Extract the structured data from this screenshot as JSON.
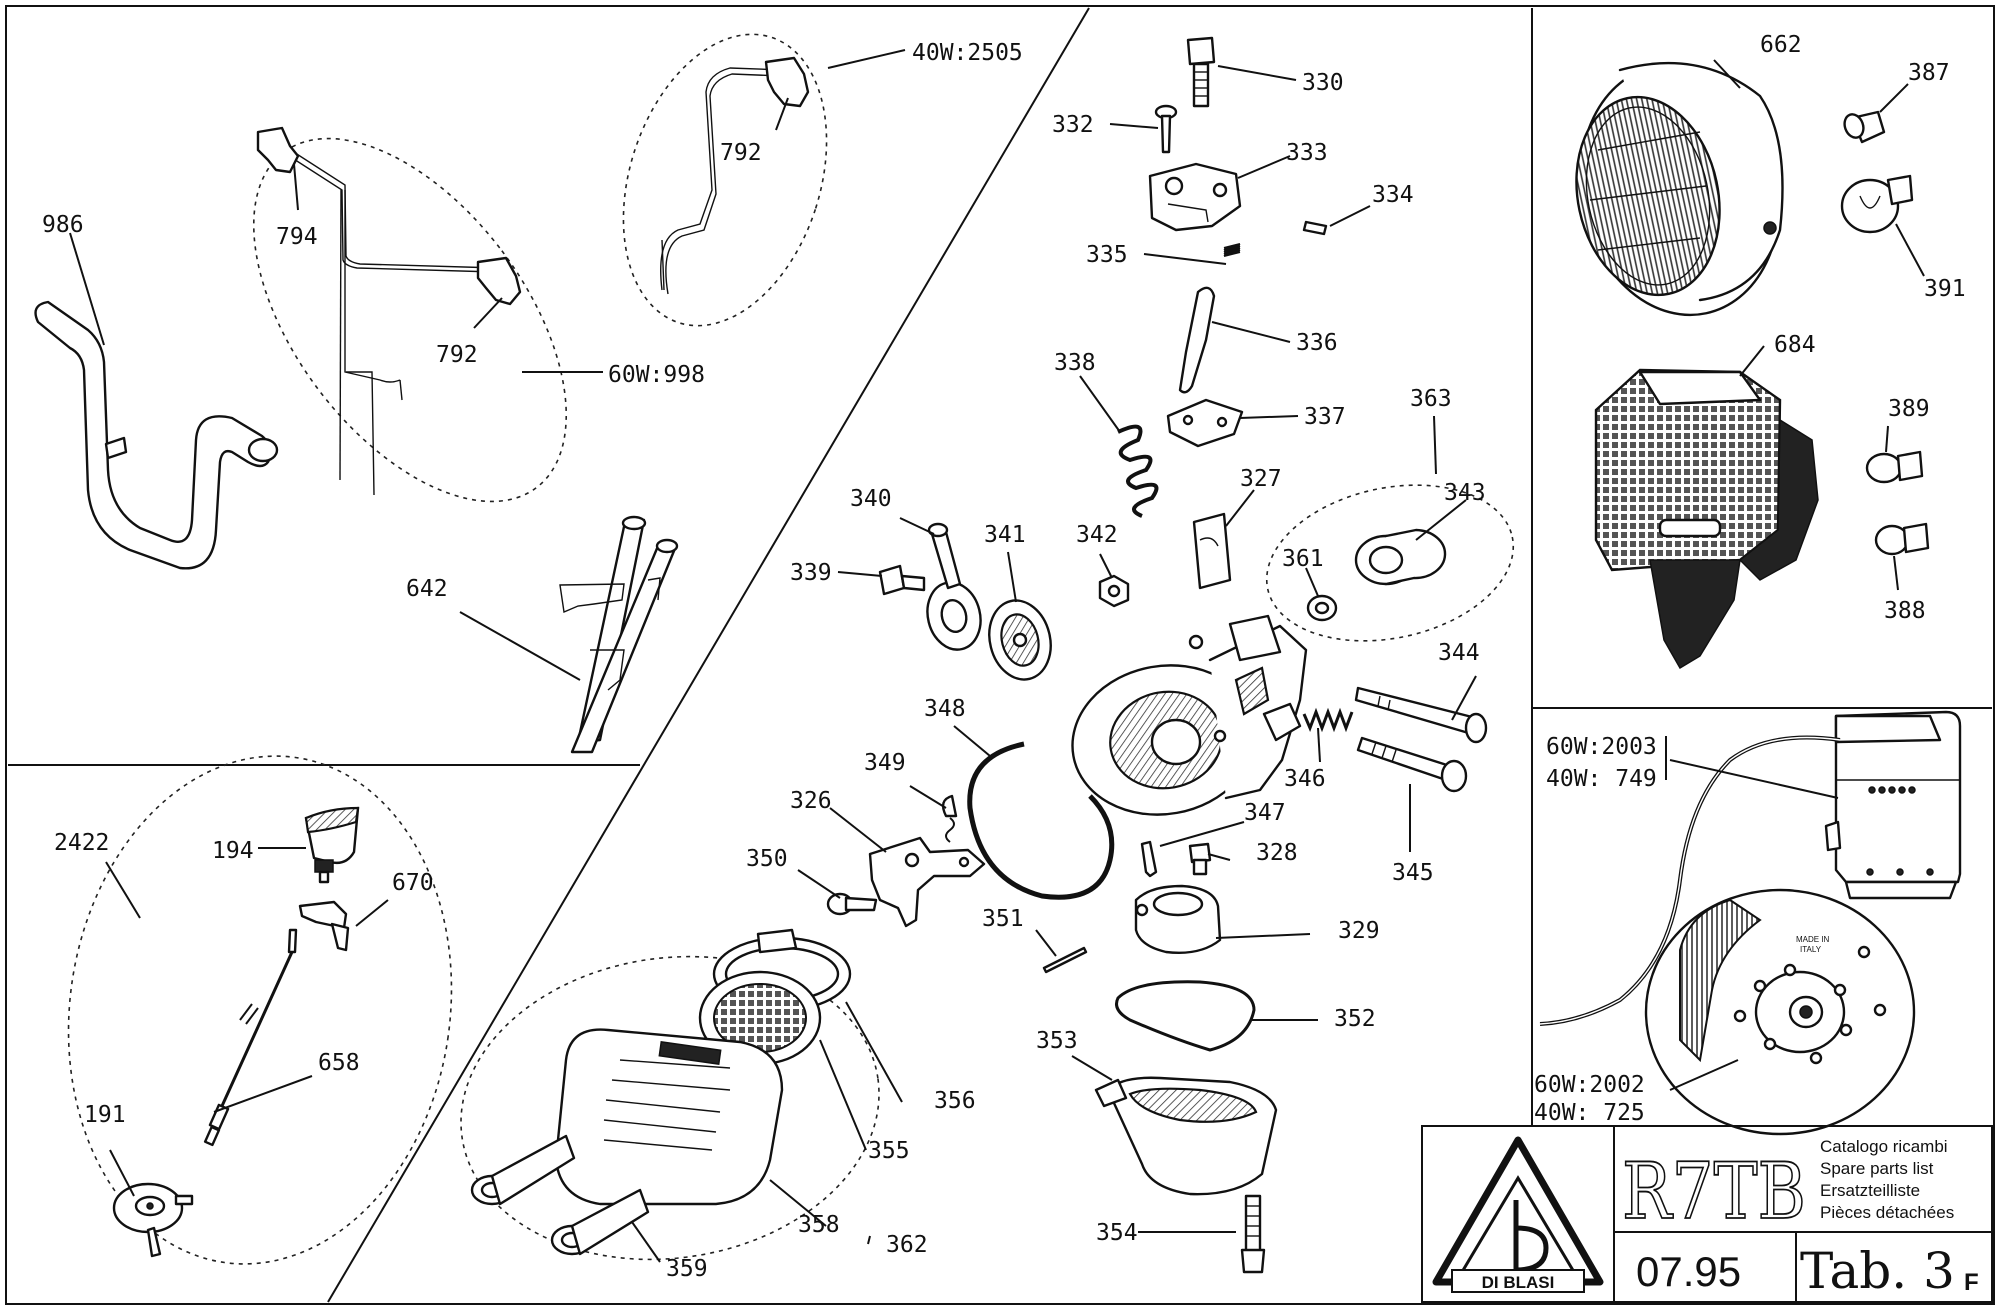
{
  "title_block": {
    "model": "R7TB",
    "catalog_lines": [
      "Catalogo ricambi",
      "Spare parts list",
      "Ersatzteilliste",
      "Pièces détachées"
    ],
    "logo_text": "DI BLASI",
    "date": "07.95",
    "table": "Tab. 3",
    "table_suffix": "F"
  },
  "panels": {
    "handlebar": {
      "callouts": [
        "986",
        "794",
        "792",
        "60W:998",
        "792",
        "40W:2505",
        "642"
      ]
    },
    "speedometer": {
      "callouts": [
        "2422",
        "194",
        "670",
        "658",
        "191"
      ]
    },
    "carburettor": {
      "callouts": [
        "330",
        "332",
        "333",
        "334",
        "335",
        "336",
        "338",
        "337",
        "363",
        "327",
        "343",
        "340",
        "341",
        "342",
        "339",
        "361",
        "344",
        "348",
        "346",
        "349",
        "326",
        "347",
        "328",
        "345",
        "350",
        "351",
        "329",
        "352",
        "353",
        "356",
        "355",
        "358",
        "362",
        "359",
        "354"
      ]
    },
    "lights": {
      "callouts": [
        "662",
        "387",
        "391",
        "684",
        "389",
        "388"
      ]
    },
    "ignition": {
      "callouts": [
        "60W:2003",
        "40W: 749",
        "60W:2002",
        "40W: 725"
      ],
      "stator_marking": [
        "MADE IN",
        "ITALY"
      ]
    }
  }
}
